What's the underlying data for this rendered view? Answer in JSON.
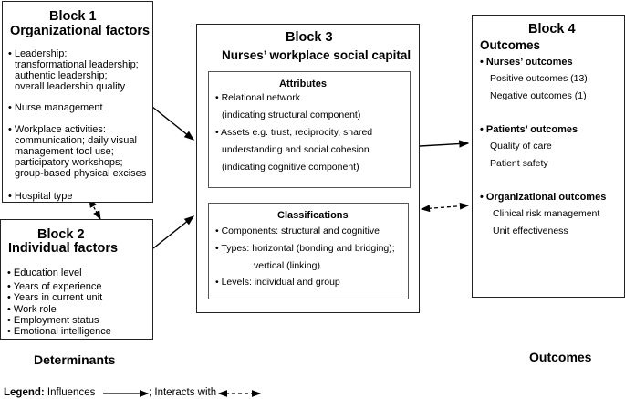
{
  "block1": {
    "title": "Block  1",
    "subtitle": "Organizational  factors",
    "items": [
      "• Leadership:",
      "transformational leadership;",
      "authentic leadership;",
      "overall leadership quality",
      "•  Nurse  management",
      "• Workplace activities:",
      "communication; daily visual",
      "management tool use;",
      "participatory workshops;",
      "group-based physical excises",
      "• Hospital type"
    ]
  },
  "block2": {
    "title": "Block  2",
    "subtitle": "Individual  factors",
    "items": [
      "•  Education  level",
      "•  Years  of  experience",
      "•  Years  in  current  unit",
      "•  Work  role",
      "•  Employment  status",
      "•  Emotional  intelligence"
    ]
  },
  "block3": {
    "title": "Block 3",
    "subtitle": "Nurses’ workplace social capital",
    "attributes": {
      "title": "Attributes",
      "lines": [
        "• Relational network",
        "(indicating structural component)",
        "• Assets e.g. trust, reciprocity, shared",
        "understanding and social cohesion",
        "(indicating cognitive component)"
      ]
    },
    "classifications": {
      "title": "Classifications",
      "lines": [
        "• Components: structural and cognitive",
        "• Types: horizontal (bonding and bridging);",
        "vertical (linking)",
        "• Levels: individual and group"
      ]
    }
  },
  "block4": {
    "title": "Block 4",
    "subtitle": "Outcomes",
    "groups": [
      {
        "heading": "• Nurses’ outcomes",
        "items": [
          "Positive outcomes (13)",
          "Negative outcomes (1)"
        ]
      },
      {
        "heading": "• Patients’ outcomes",
        "items": [
          "Quality of care",
          "Patient safety"
        ]
      },
      {
        "heading": "• Organizational outcomes",
        "items": [
          "Clinical risk management",
          "Unit effectiveness"
        ]
      }
    ]
  },
  "labels": {
    "determinants": "Determinants",
    "outcomes": "Outcomes"
  },
  "legend": {
    "label": "Legend:",
    "influences": " Influences",
    "interacts": "; Interacts with"
  }
}
